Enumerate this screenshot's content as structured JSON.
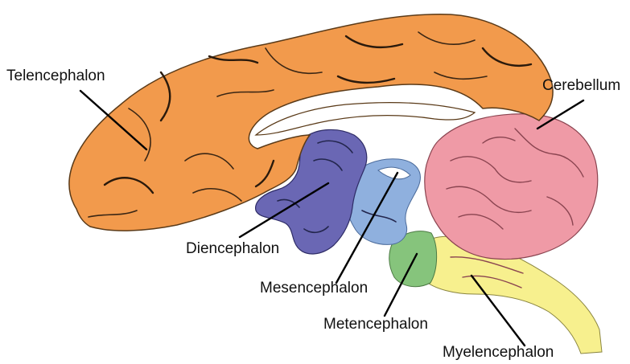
{
  "labels": {
    "telencephalon": "Telencephalon",
    "cerebellum": "Cerebellum",
    "diencephalon": "Diencephalon",
    "mesencephalon": "Mesencephalon",
    "metencephalon": "Metencephalon",
    "myelencephalon": "Myelencephalon"
  },
  "colors": {
    "telencephalon": "#f29a4c",
    "cerebellum": "#ef9aa6",
    "diencephalon": "#6a67b4",
    "mesencephalon": "#8fb0de",
    "metencephalon": "#86c47c",
    "myelencephalon": "#f7f08e"
  }
}
